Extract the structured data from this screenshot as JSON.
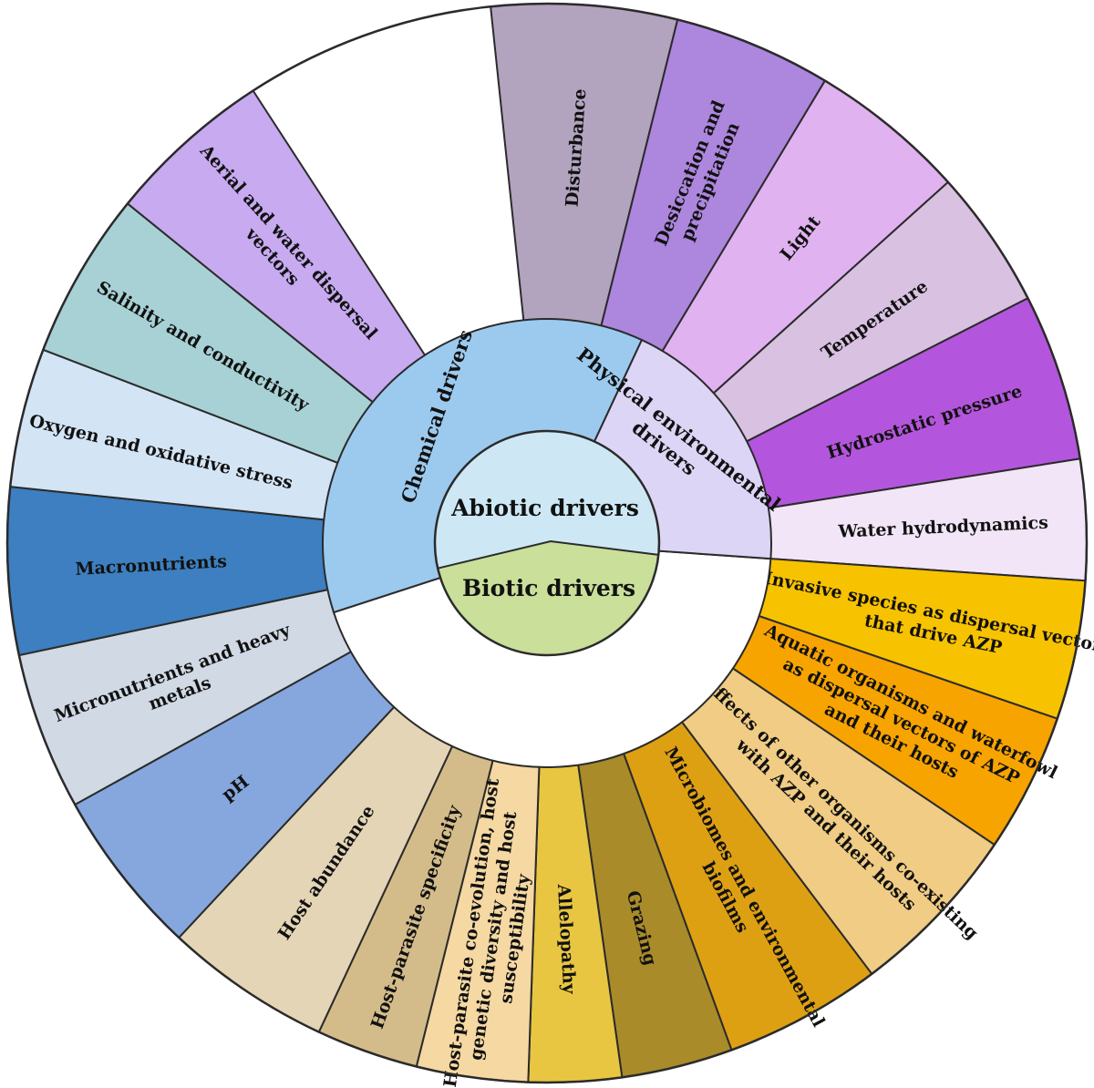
{
  "center": {
    "top_label": "Abiotic drivers",
    "top_color": "#cde8f4",
    "bottom_label": "Biotic drivers",
    "bottom_color": "#c9df9a"
  },
  "groups": [
    {
      "label": "Chemical drivers",
      "color": "#9ccaef"
    },
    {
      "label": "Physical environmental drivers",
      "lines": [
        "Physical environmental",
        "drivers"
      ],
      "color": "#ddd5f5"
    }
  ],
  "segments": [
    {
      "lines": [
        "Disturbance"
      ],
      "color": "#b2a3bf"
    },
    {
      "lines": [
        "Desiccation and",
        "precipitation"
      ],
      "color": "#ad86de"
    },
    {
      "lines": [
        "Light"
      ],
      "color": "#e0b2f0"
    },
    {
      "lines": [
        "Temperature"
      ],
      "color": "#d9c1e2"
    },
    {
      "lines": [
        "Hydrostatic pressure"
      ],
      "color": "#b456dd"
    },
    {
      "lines": [
        "Water hydrodynamics"
      ],
      "color": "#f2e5f7"
    },
    {
      "lines": [
        "Invasive species as dispersal vectors",
        "that drive AZP"
      ],
      "color": "#f7c200"
    },
    {
      "lines": [
        "Aquatic organisms and waterfowl",
        "as dispersal vectors of AZP",
        "and their hosts"
      ],
      "color": "#f7a400"
    },
    {
      "lines": [
        "Effects of other organisms co-existing",
        "with AZP and their hosts"
      ],
      "color": "#f0cc84"
    },
    {
      "lines": [
        "Microbiomes and environmental",
        "biofilms"
      ],
      "color": "#dea013"
    },
    {
      "lines": [
        "Grazing"
      ],
      "color": "#a98b2a"
    },
    {
      "lines": [
        "Allelopathy"
      ],
      "color": "#e8c641"
    },
    {
      "lines": [
        "Host-parasite co-evolution, host",
        "genetic diversity and host",
        "susceptibility"
      ],
      "color": "#f5d8a2"
    },
    {
      "lines": [
        "Host-parasite specificity"
      ],
      "color": "#d4bc8a"
    },
    {
      "lines": [
        "Host abundance"
      ],
      "color": "#e3d5b5"
    },
    {
      "lines": [
        "pH"
      ],
      "color": "#85a7dd"
    },
    {
      "lines": [
        "Micronutrients and heavy",
        "metals"
      ],
      "color": "#d0d9e4"
    },
    {
      "lines": [
        "Macronutrients"
      ],
      "color": "#3d7fc0"
    },
    {
      "lines": [
        "Oxygen and oxidative stress"
      ],
      "color": "#d3e4f5"
    },
    {
      "lines": [
        "Salinity and conductivity"
      ],
      "color": "#a7d1d5"
    },
    {
      "lines": [
        "Aerial and water dispersal",
        "vectors"
      ],
      "color": "#c7aaf0"
    }
  ]
}
